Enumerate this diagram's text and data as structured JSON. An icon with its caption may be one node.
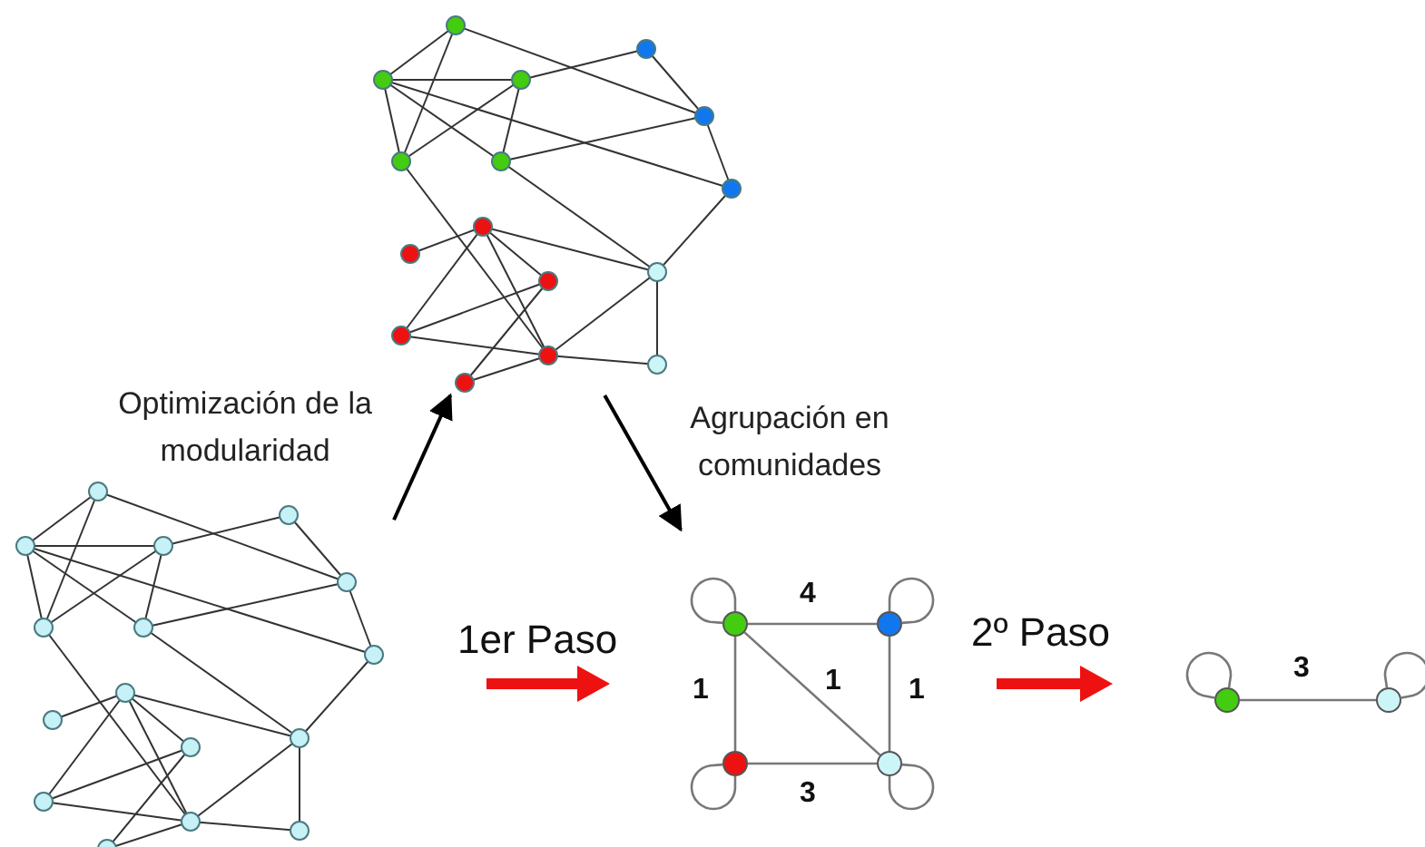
{
  "diagram": {
    "nodes": [
      {
        "text": [],
        "shape": "picture"
      },
      {
        "text": [],
        "shape": "picture"
      },
      {
        "text": [],
        "shape": "circle"
      },
      {
        "text": [],
        "shape": "circle"
      },
      {
        "text": [],
        "shape": "circle"
      },
      {
        "text": [],
        "shape": "circle"
      },
      {
        "text": [],
        "shape": "circle"
      },
      {
        "text": [],
        "shape": "circle"
      }
    ],
    "edges": [
      {
        "from": 0,
        "to": 1,
        "arrow": "to",
        "label": "Optimización de la modularidad",
        "color": "#000000"
      },
      {
        "from": 1,
        "to": null,
        "arrow": "to",
        "label": "Agrupación en comunidades",
        "color": "#000000"
      },
      {
        "from": 2,
        "to": 3,
        "arrow": "none",
        "label": "4"
      },
      {
        "from": 2,
        "to": 4,
        "arrow": "none",
        "label": "1"
      },
      {
        "from": 2,
        "to": 5,
        "arrow": "none",
        "label": "1"
      },
      {
        "from": 3,
        "to": 5,
        "arrow": "none",
        "label": "1"
      },
      {
        "from": 4,
        "to": 5,
        "arrow": "none",
        "label": "3"
      },
      {
        "from": 2,
        "to": 2,
        "arrow": "none"
      },
      {
        "from": 3,
        "to": 3,
        "arrow": "none"
      },
      {
        "from": 4,
        "to": 4,
        "arrow": "none"
      },
      {
        "from": 5,
        "to": 5,
        "arrow": "none"
      },
      {
        "from": 6,
        "to": 7,
        "arrow": "none",
        "label": "3"
      },
      {
        "from": 6,
        "to": 6,
        "arrow": "none"
      },
      {
        "from": 7,
        "to": 7,
        "arrow": "none"
      }
    ],
    "labels": [
      "1er Paso",
      "2º Paso"
    ]
  }
}
